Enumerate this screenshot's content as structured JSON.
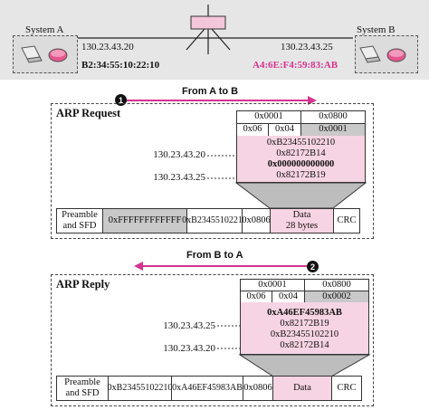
{
  "network": {
    "system_a": {
      "name": "System A",
      "ip": "130.23.43.20",
      "mac": "B2:34:55:10:22:10"
    },
    "system_b": {
      "name": "System B",
      "ip": "130.23.43.25",
      "mac": "A4:6E:F4:59:83:AB"
    }
  },
  "request": {
    "direction": "From A to B",
    "step": "1",
    "title": "ARP Request",
    "header": {
      "hw_type": "0x0001",
      "proto_type": "0x0800",
      "hw_len": "0x06",
      "proto_len": "0x04",
      "operation": "0x0001"
    },
    "body_lines": [
      "0xB23455102210",
      "0x82172B14",
      "0x000000000000",
      "0x82172B19"
    ],
    "ip_labels": [
      "130.23.43.20",
      "130.23.43.25"
    ],
    "frame": {
      "preamble": "Preamble and SFD",
      "dest": "0xFFFFFFFFFFFF",
      "src": "0xB23455102210",
      "type": "0x0806",
      "data": "Data",
      "data_size": "28 bytes",
      "crc": "CRC"
    }
  },
  "reply": {
    "direction": "From B to A",
    "step": "2",
    "title": "ARP Reply",
    "header": {
      "hw_type": "0x0001",
      "proto_type": "0x0800",
      "hw_len": "0x06",
      "proto_len": "0x04",
      "operation": "0x0002"
    },
    "body_lines": [
      "0xA46EF45983AB",
      "0x82172B19",
      "0xB23455102210",
      "0x82172B14"
    ],
    "ip_labels": [
      "130.23.43.25",
      "130.23.43.20"
    ],
    "frame": {
      "preamble": "Preamble and SFD",
      "dest": "0xB23455102210",
      "src": "0xA46EF45983AB",
      "type": "0x0806",
      "data": "Data",
      "crc": "CRC"
    }
  },
  "colors": {
    "accent_pink": "#d6338f",
    "highlight_pink": "#f7d4e3",
    "header_gray": "#c9c9c9"
  }
}
